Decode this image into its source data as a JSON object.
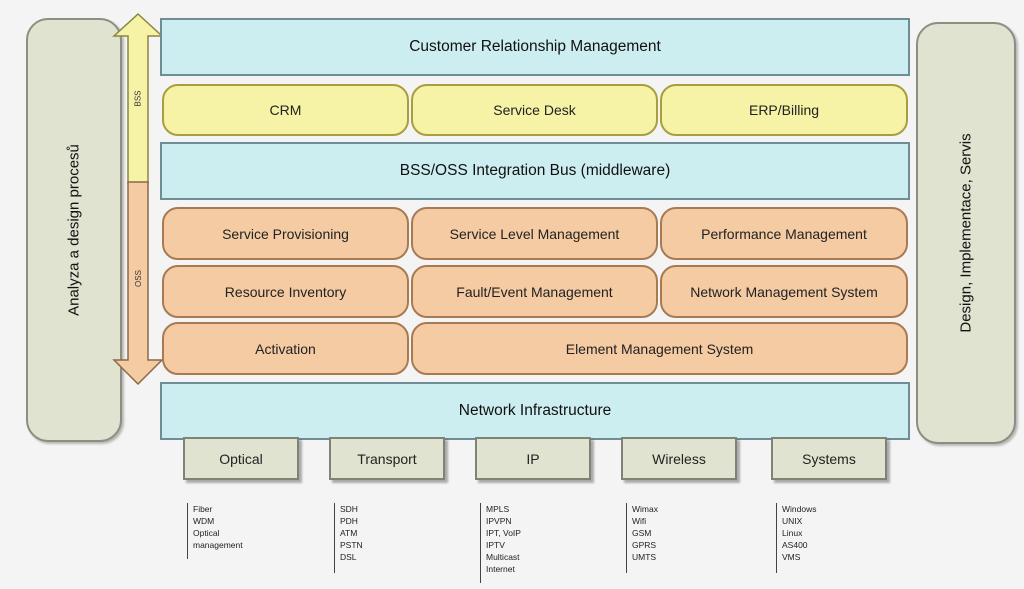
{
  "left_panel": {
    "label": "Analyza a design procesů"
  },
  "right_panel": {
    "label": "Design, Implementace, Servis"
  },
  "arrows": {
    "bss_label": "BSS",
    "oss_label": "OSS"
  },
  "layers": {
    "crm_band": "Customer Relationship Management",
    "bss_row": [
      "CRM",
      "Service Desk",
      "ERP/Billing"
    ],
    "integration_bus": "BSS/OSS Integration Bus (middleware)",
    "oss_row1": [
      "Service Provisioning",
      "Service Level Management",
      "Performance Management"
    ],
    "oss_row2": [
      "Resource Inventory",
      "Fault/Event Management",
      "Network Management System"
    ],
    "oss_row3": [
      "Activation",
      "Element Management System"
    ],
    "network_band": "Network Infrastructure"
  },
  "technologies": [
    {
      "name": "Optical",
      "items": [
        "Fiber",
        "WDM",
        "Optical",
        "management"
      ]
    },
    {
      "name": "Transport",
      "items": [
        "SDH",
        "PDH",
        "ATM",
        "PSTN",
        "DSL"
      ]
    },
    {
      "name": "IP",
      "items": [
        "MPLS",
        "IPVPN",
        "IPT, VoIP",
        "IPTV",
        "Multicast",
        "Internet"
      ]
    },
    {
      "name": "Wireless",
      "items": [
        "Wimax",
        "Wifi",
        "GSM",
        "GPRS",
        "UMTS"
      ]
    },
    {
      "name": "Systems",
      "items": [
        "Windows",
        "UNIX",
        "Linux",
        "AS400",
        "VMS"
      ]
    }
  ],
  "colors": {
    "band": "#cdeef0",
    "bss_pill": "#f6f2a6",
    "oss_pill": "#f5cba3",
    "side_panel": "#dfe3cf"
  }
}
